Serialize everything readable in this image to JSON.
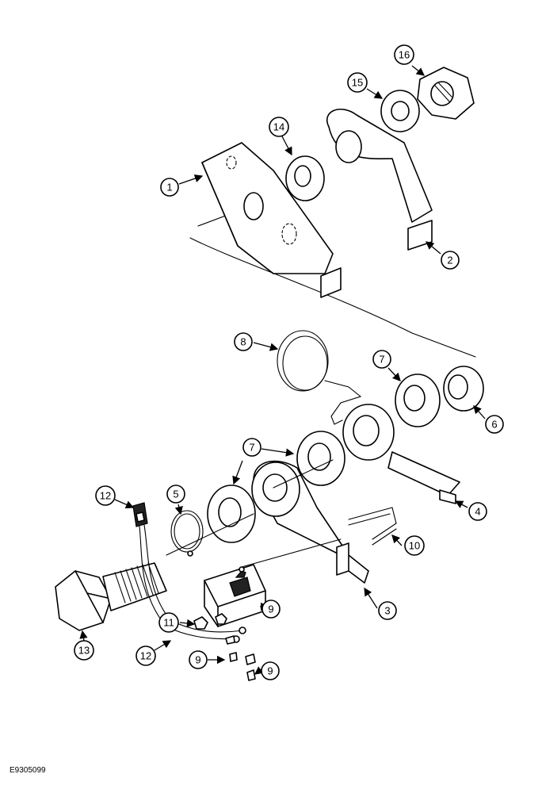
{
  "figure_id": "E9305099",
  "callouts": [
    "1",
    "2",
    "3",
    "4",
    "5",
    "6",
    "7",
    "7",
    "8",
    "9",
    "9",
    "9",
    "10",
    "11",
    "12",
    "12",
    "13",
    "14",
    "15",
    "16"
  ]
}
